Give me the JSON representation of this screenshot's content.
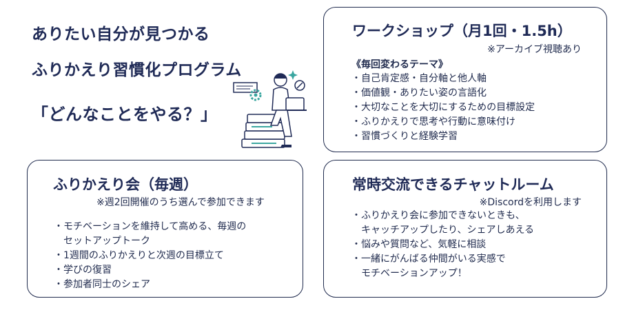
{
  "page": {
    "title_line1": "ありたい自分が見つかる",
    "title_line2": "ふりかえり習慣化プログラム",
    "title_line3": "「どんなことをやる？」"
  },
  "workshop": {
    "heading": "ワークショップ（月1回・1.5h）",
    "note": "※アーカイブ視聴あり",
    "theme_label": "《毎回変わるテーマ》",
    "items": [
      "自己肯定感・自分軸と他人軸",
      "価値観・ありたい姿の言語化",
      "大切なことを大切にするための目標設定",
      "ふりかえりで思考や行動に意味付け",
      "習慣づくりと経験学習"
    ]
  },
  "furikaeri": {
    "heading": "ふりかえり会（毎週）",
    "note": "※週2回開催のうち選んで参加できます",
    "items": [
      {
        "line1": "モチベーションを維持して高める、毎週の",
        "line2": "セットアップトーク"
      },
      {
        "line1": "1週間のふりかえりと次週の目標立て"
      },
      {
        "line1": "学びの復習"
      },
      {
        "line1": "参加者同士のシェア"
      }
    ]
  },
  "chat": {
    "heading": "常時交流できるチャットルーム",
    "note": "※Discordを利用します",
    "items": [
      {
        "line1": "ふりかえり会に参加できないときも、",
        "line2": "キャッチアップしたり、シェアしあえる"
      },
      {
        "line1": "悩みや質問など、気軽に相談"
      },
      {
        "line1": "一緒にがんばる仲間がいる実感で",
        "line2": "モチベーションアップ！"
      }
    ]
  },
  "colors": {
    "navy": "#1f2a56",
    "accent_teal": "#3aa6a0",
    "border": "#1f2a4d"
  }
}
